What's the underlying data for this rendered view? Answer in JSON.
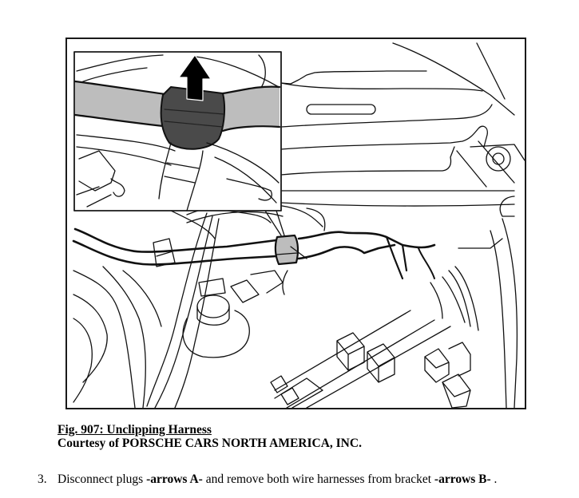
{
  "figure": {
    "title": "Fig. 907: Unclipping Harness",
    "courtesy": "Courtesy of PORSCHE CARS NORTH AMERICA, INC.",
    "illustration": "line drawing of engine compartment showing wire harness clip being unclipped; inset detail shows dark clip with upward arrow on gray harness",
    "colors": {
      "line": "#111111",
      "harness_highlight": "#bdbdbd",
      "clip_dark": "#4a4a4a",
      "arrow": "#000000"
    }
  },
  "step": {
    "number": "3.",
    "text_1": "Disconnect plugs ",
    "bold_1": "-arrows A-",
    "text_2": " and remove both wire harnesses from bracket ",
    "bold_2": "-arrows B-",
    "text_3": " ."
  }
}
